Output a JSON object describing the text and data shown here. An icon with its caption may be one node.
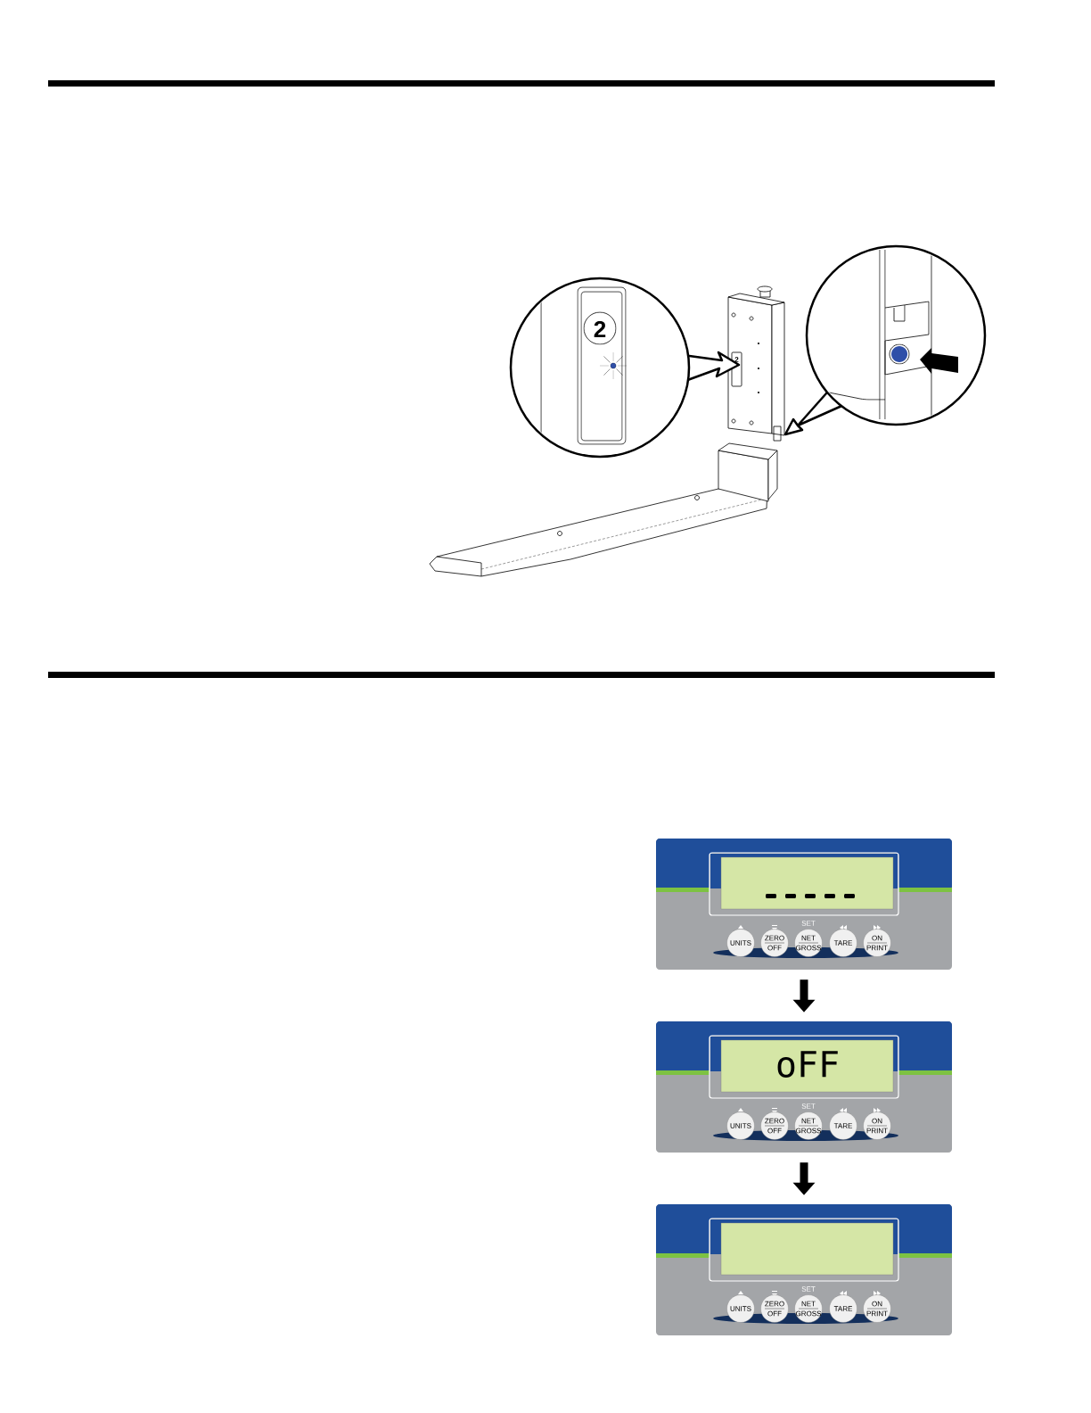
{
  "diagram": {
    "nodes": [
      {
        "text": [
          "SET",
          "UNITS",
          "ZERO",
          "OFF",
          "NET",
          "GROSS",
          "TARE",
          "ON",
          "PRINT"
        ]
      },
      {
        "text": [
          "oFF",
          "SET",
          "UNITS",
          "ZERO",
          "OFF",
          "NET",
          "GROSS",
          "TARE",
          "ON",
          "PRINT"
        ]
      },
      {
        "text": [
          "SET",
          "UNITS",
          "ZERO",
          "OFF",
          "NET",
          "GROSS",
          "TARE",
          "ON",
          "PRINT"
        ]
      }
    ],
    "edges": [
      {
        "from": 0,
        "to": 1,
        "arrow": "to"
      },
      {
        "from": 1,
        "to": 2,
        "arrow": "to"
      }
    ],
    "labels": [
      "2",
      "2"
    ]
  }
}
